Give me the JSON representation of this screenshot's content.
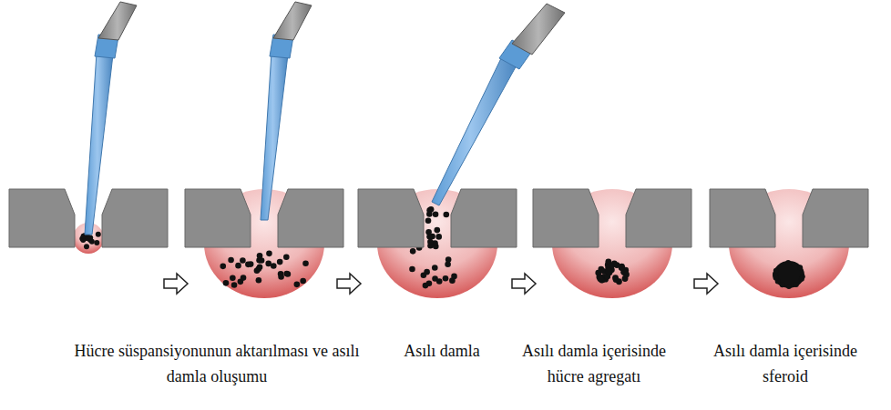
{
  "diagram": {
    "labels": [
      "Hücre süspansiyonunun aktarılması ve asılı damla oluşumu",
      "Asılı damla",
      "Asılı damla içerisinde hücre agregatı",
      "Asılı damla içerisinde sferoid"
    ]
  }
}
